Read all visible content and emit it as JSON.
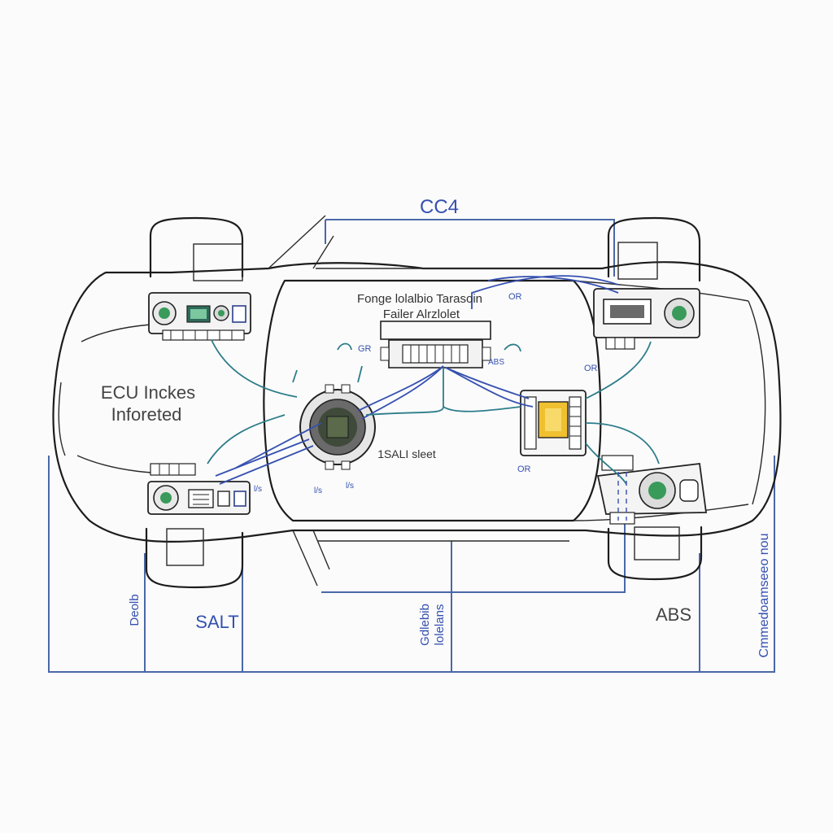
{
  "labels": {
    "top_bus": "CC4",
    "left_title_line1": "ECU Inckes",
    "left_title_line2": "Inforeted",
    "center_title_line1": "Fonge lolalbio Tarasoin",
    "center_title_line2": "Failer Alrzlolet",
    "center_module": "1SALI sleet",
    "bottom_left_vertical": "Deolb",
    "salt": "SALT",
    "bottom_center_vertical_1": "Gdlebib",
    "bottom_center_vertical_2": "lolelans",
    "abs": "ABS",
    "right_vertical": "Cmmedoamseeo nou"
  },
  "small_tags": {
    "t_center_gr": "GR",
    "t_top_right_or": "OR",
    "t_right_or": "OR",
    "t_abs_small": "ABS",
    "t_right_mid_or": "OR",
    "t_left_small": "l/s",
    "t_bottom_small": "l/s",
    "t_small_2": "l/s"
  },
  "colors": {
    "frame": "#4a68a8",
    "wire_blue": "#3550b0",
    "wire_teal": "#2d7d8a",
    "module_yellow": "#f0c030",
    "module_green": "#3a9a5a",
    "body_ink": "#1c1c1c"
  }
}
